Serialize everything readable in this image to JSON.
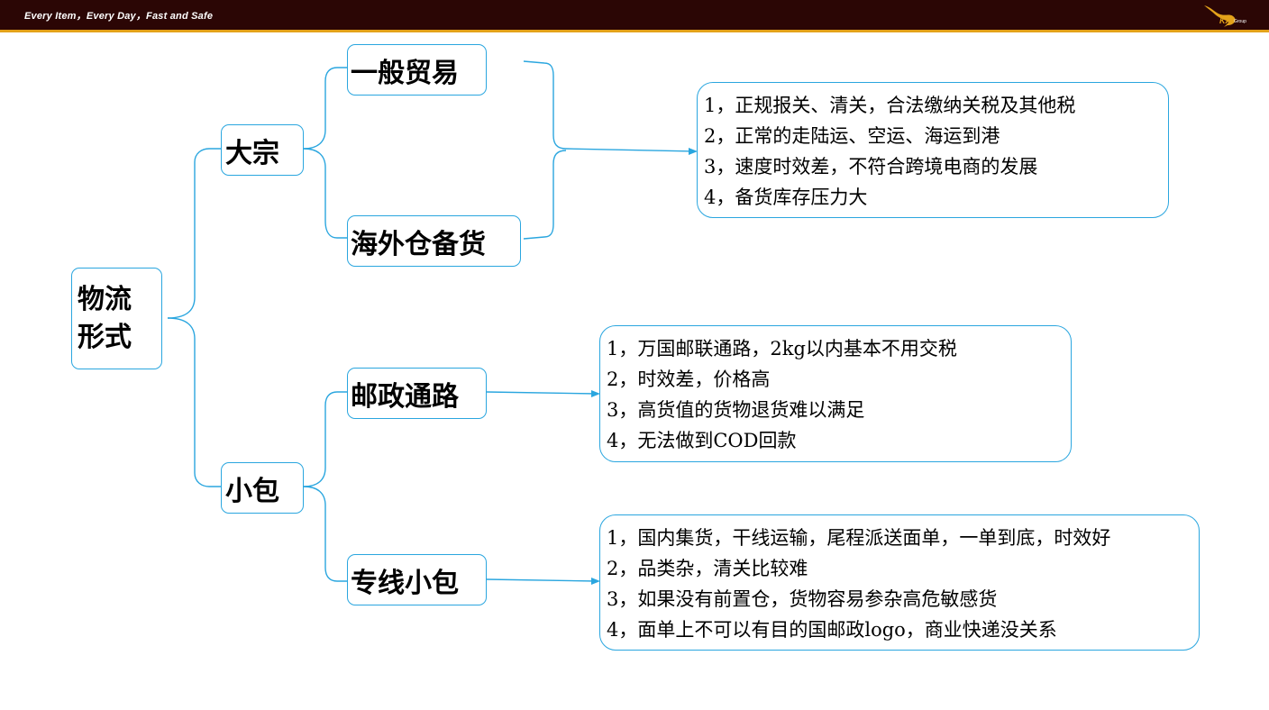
{
  "header": {
    "tagline": "Every Item，Every Day，Fast and Safe",
    "logo_text": "KA",
    "logo_sub": "Group"
  },
  "diagram": {
    "root": {
      "label_line1": "物流",
      "label_line2": "形式"
    },
    "bulk": {
      "label": "大宗",
      "general_trade": {
        "label": "一般贸易"
      },
      "overseas_warehouse": {
        "label": "海外仓备货"
      },
      "details": [
        "1，正规报关、清关，合法缴纳关税及其他税",
        "2，正常的走陆运、空运、海运到港",
        "3，速度时效差，不符合跨境电商的发展",
        "4，备货库存压力大"
      ]
    },
    "small_parcel": {
      "label": "小包",
      "postal": {
        "label": "邮政通路",
        "details": [
          "1，万国邮联通路，2kg以内基本不用交税",
          "2，时效差，价格高",
          "3，高货值的货物退货难以满足",
          "4，无法做到COD回款"
        ]
      },
      "dedicated": {
        "label": "专线小包",
        "details": [
          "1，国内集货，干线运输，尾程派送面单，一单到底，时效好",
          "2，品类杂，清关比较难",
          "3，如果没有前置仓，货物容易参杂高危敏感货",
          "4，面单上不可以有目的国邮政logo，商业快递没关系"
        ]
      }
    }
  }
}
